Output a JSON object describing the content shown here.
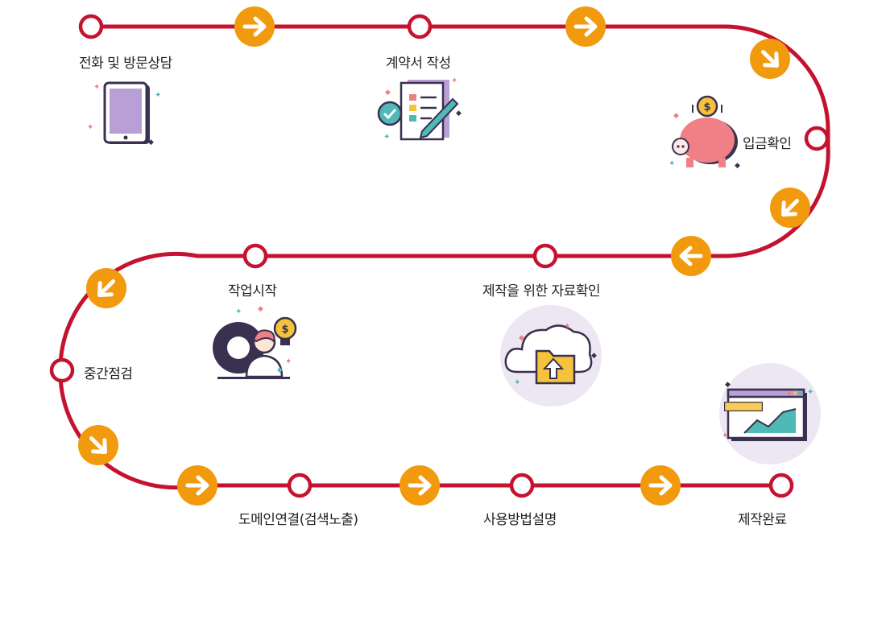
{
  "colors": {
    "track": "#c4122f",
    "arrow": "#f29a0e",
    "lilac": "#b89fd6",
    "dark": "#3a3150",
    "pink": "#f07f86",
    "teal": "#4fb9b7",
    "gold": "#f5c33b",
    "halo": "#ece7f2"
  },
  "icons": {
    "tablet": "tablet-icon",
    "contract": "contract-pen-icon",
    "piggy": "piggy-bank-icon",
    "worker": "worker-idea-icon",
    "cloud": "cloud-folder-upload-icon",
    "chart": "browser-chart-icon",
    "arrow": "arrow-icon",
    "coin_symbol": "$"
  },
  "steps": [
    {
      "id": "consult",
      "label": "전화 및 방문상담"
    },
    {
      "id": "contract",
      "label": "계약서 작성"
    },
    {
      "id": "deposit",
      "label": "입금확인"
    },
    {
      "id": "materials",
      "label": "제작을 위한 자료확인"
    },
    {
      "id": "start",
      "label": "작업시작"
    },
    {
      "id": "midcheck",
      "label": "중간점검"
    },
    {
      "id": "domain",
      "label": "도메인연결(검색노출)"
    },
    {
      "id": "manual",
      "label": "사용방법설명"
    },
    {
      "id": "done",
      "label": "제작완료"
    }
  ]
}
